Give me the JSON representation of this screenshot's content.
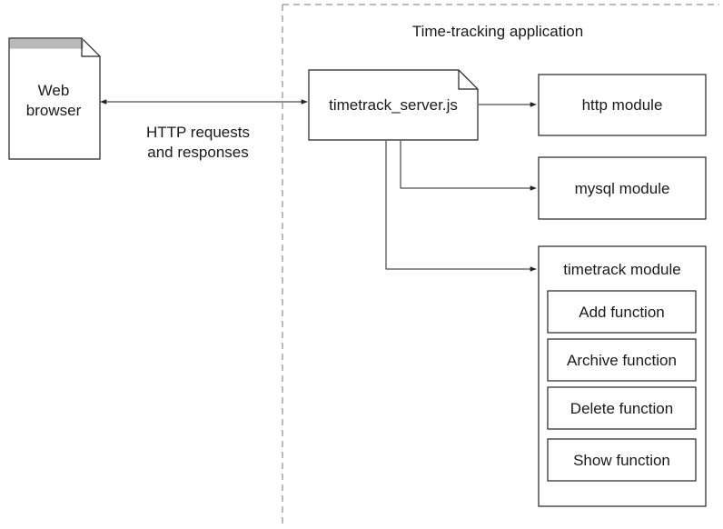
{
  "diagram": {
    "app_title": "Time-tracking application",
    "browser": {
      "line1": "Web",
      "line2": "browser"
    },
    "link_label": {
      "line1": "HTTP requests",
      "line2": "and responses"
    },
    "server_file": "timetrack_server.js",
    "http_module": "http module",
    "mysql_module": "mysql module",
    "timetrack_module": {
      "title": "timetrack module",
      "functions": [
        "Add function",
        "Archive function",
        "Delete function",
        "Show function"
      ]
    }
  }
}
